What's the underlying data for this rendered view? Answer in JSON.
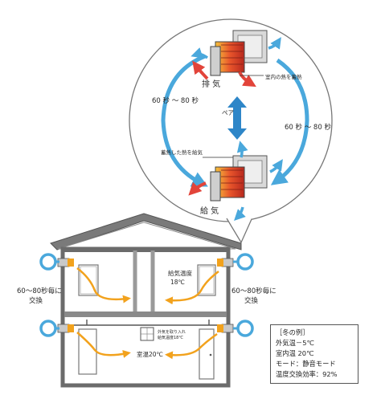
{
  "circle": {
    "exhaust_label": "排 気",
    "supply_label": "給 気",
    "pair_label": "ペア",
    "interval_left": "60 秒 ～ 80 秒",
    "interval_right": "60 秒 ～ 80 秒",
    "store_heat_label": "室内の熱を蓄熱",
    "supply_heat_label": "蓄熱した熱を給気"
  },
  "house": {
    "left_exchange_line1": "60～80秒毎に",
    "left_exchange_line2": "交換",
    "right_exchange_line1": "60～80秒毎に",
    "right_exchange_line2": "交換",
    "supply_temp_line1": "給気温度",
    "supply_temp_line2": "18℃",
    "room_temp": "室温20℃",
    "box_note_line1": "外気を取り入れ",
    "box_note_line2": "給気温度18℃"
  },
  "legend": {
    "title": "［冬の例］",
    "outdoor": "外気温－5℃",
    "indoor": "室内温 20℃",
    "mode": "モード：静音モード",
    "efficiency": "温度交換効率：92%"
  },
  "colors": {
    "blue_arrow": "#4aa8dc",
    "red_arrow": "#e2443a",
    "orange_arrow": "#f2a21d",
    "house_gray": "#6b6b6b",
    "wall_gray": "#8a8a8a"
  }
}
